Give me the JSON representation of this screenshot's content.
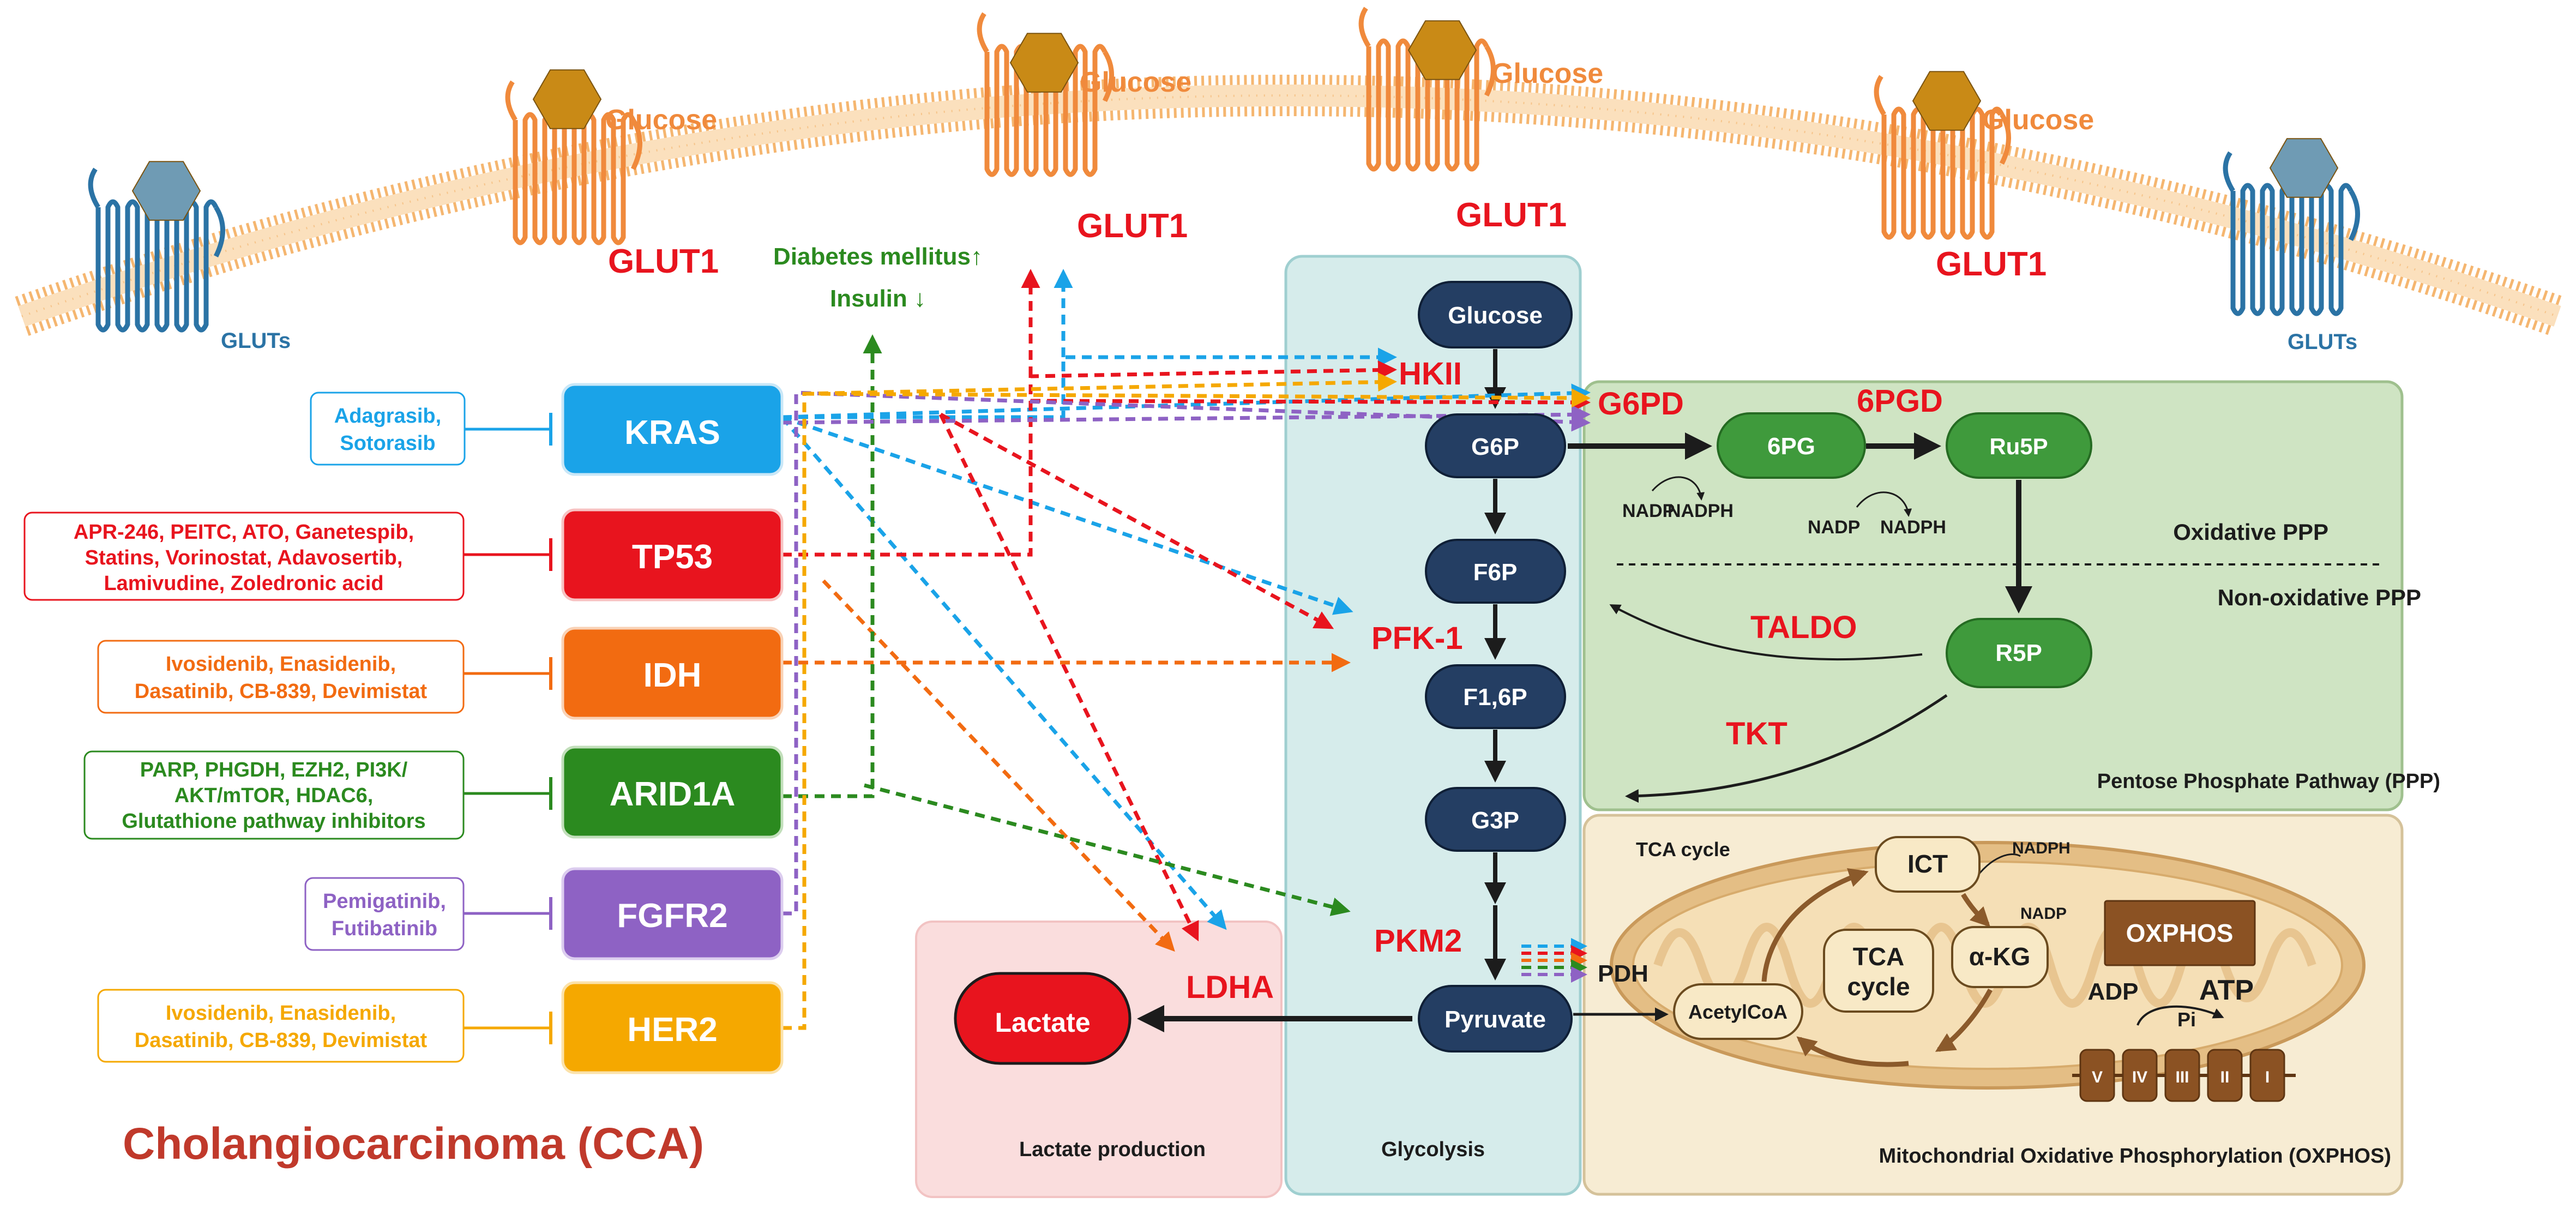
{
  "title": "Cholangiocarcinoma (CCA)",
  "membrane": {
    "glucose_label": "Glucose",
    "glut1_label": "GLUT1",
    "gluts_label": "GLUTs"
  },
  "diabetes": {
    "line1": "Diabetes mellitus↑",
    "line2": "Insulin ↓"
  },
  "genes": {
    "kras": "KRAS",
    "tp53": "TP53",
    "idh": "IDH",
    "arid1a": "ARID1A",
    "fgfr2": "FGFR2",
    "her2": "HER2"
  },
  "drugs": {
    "kras": [
      "Adagrasib,",
      "Sotorasib"
    ],
    "tp53": [
      "APR-246, PEITC, ATO, Ganetespib,",
      "Statins, Vorinostat, Adavosertib,",
      "Lamivudine, Zoledronic acid"
    ],
    "idh": [
      "Ivosidenib, Enasidenib,",
      "Dasatinib, CB-839, Devimistat"
    ],
    "arid1a": [
      "PARP, PHGDH, EZH2, PI3K/",
      "AKT/mTOR, HDAC6,",
      "Glutathione pathway inhibitors"
    ],
    "fgfr2": [
      "Pemigatinib,",
      "Futibatinib"
    ],
    "her2": [
      "Ivosidenib, Enasidenib,",
      "Dasatinib, CB-839, Devimistat"
    ]
  },
  "glycolysis": {
    "nodes": {
      "glucose": "Glucose",
      "g6p": "G6P",
      "f6p": "F6P",
      "f16p": "F1,6P",
      "g3p": "G3P",
      "pyruvate": "Pyruvate"
    },
    "panel_label": "Glycolysis"
  },
  "enzymes": {
    "hkii": "HKII",
    "pfk1": "PFK-1",
    "pkm2": "PKM2",
    "ldha": "LDHA",
    "pdh": "PDH",
    "g6pd": "G6PD",
    "pgd6": "6PGD",
    "taldo": "TALDO",
    "tkt": "TKT"
  },
  "lactate": {
    "node": "Lactate",
    "panel_label": "Lactate production"
  },
  "ppp": {
    "nodes": {
      "pg6": "6PG",
      "ru5p": "Ru5P",
      "r5p": "R5P"
    },
    "nadp": "NADP",
    "nadph": "NADPH",
    "oxidative": "Oxidative PPP",
    "non_oxidative": "Non-oxidative PPP",
    "panel_label": "Pentose Phosphate Pathway (PPP)"
  },
  "mito": {
    "tca_title": "TCA cycle",
    "acetylcoa": "AcetylCoA",
    "ict": "ICT",
    "akg": "α-KG",
    "tca_center": [
      "TCA",
      "cycle"
    ],
    "nadph": "NADPH",
    "nadp": "NADP",
    "oxphos": "OXPHOS",
    "adp": "ADP",
    "atp": "ATP",
    "pi": "Pi",
    "complexes": [
      "V",
      "IV",
      "III",
      "II",
      "I"
    ],
    "panel_label": "Mitochondrial Oxidative Phosphorylation (OXPHOS)"
  },
  "colors": {
    "red": "#e8141e",
    "blue": "#1aa3e8",
    "orange": "#f26b11",
    "green": "#2b8a1f",
    "purple": "#8e62c4",
    "yellow": "#f5a800",
    "navy": "#243e63",
    "ppp_green": "#3f9a3c",
    "glut_orange": "#f08a3c",
    "glut_blue": "#2b73a5",
    "title": "#c0392b"
  }
}
